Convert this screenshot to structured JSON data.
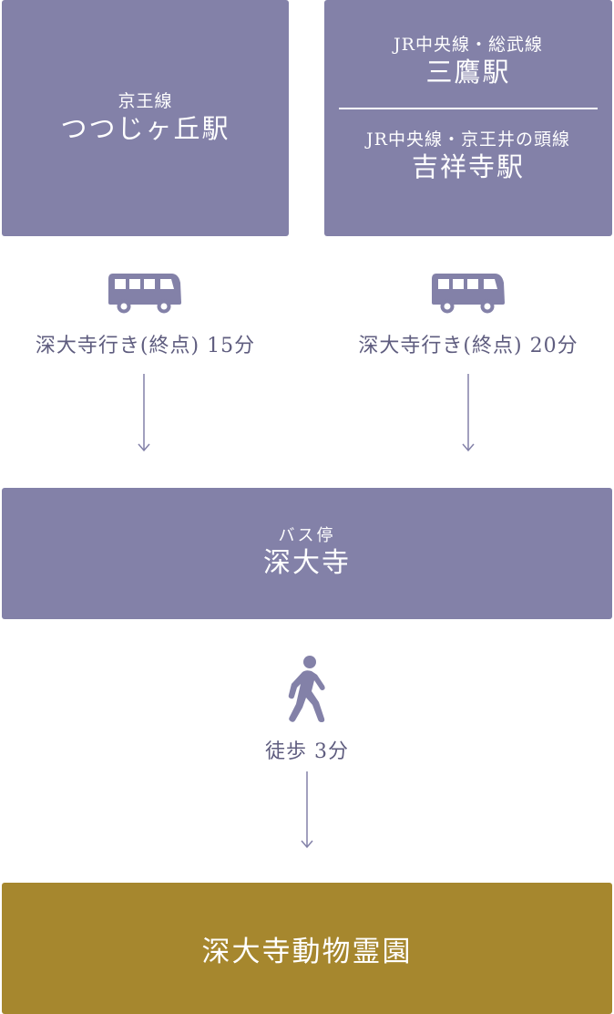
{
  "origins": {
    "left": {
      "line": "京王線",
      "station": "つつじヶ丘駅"
    },
    "right": {
      "first": {
        "line": "JR中央線・総武線",
        "station": "三鷹駅"
      },
      "second": {
        "line": "JR中央線・京王井の頭線",
        "station": "吉祥寺駅"
      }
    }
  },
  "bus_routes": {
    "left": "深大寺行き(終点) 15分",
    "right": "深大寺行き(終点) 20分"
  },
  "bus_stop": {
    "label": "バス停",
    "name": "深大寺"
  },
  "walk": {
    "text": "徒歩 3分"
  },
  "destination": {
    "name": "深大寺動物霊園"
  },
  "colors": {
    "station_box": "#8381a8",
    "destination_box": "#a6872e",
    "icon": "#8381a8",
    "text_dark": "#5f5d7f",
    "arrow": "#8381a8"
  },
  "icons": {
    "bus": "bus-icon",
    "walk": "walking-person-icon",
    "arrow": "arrow-down-icon"
  }
}
